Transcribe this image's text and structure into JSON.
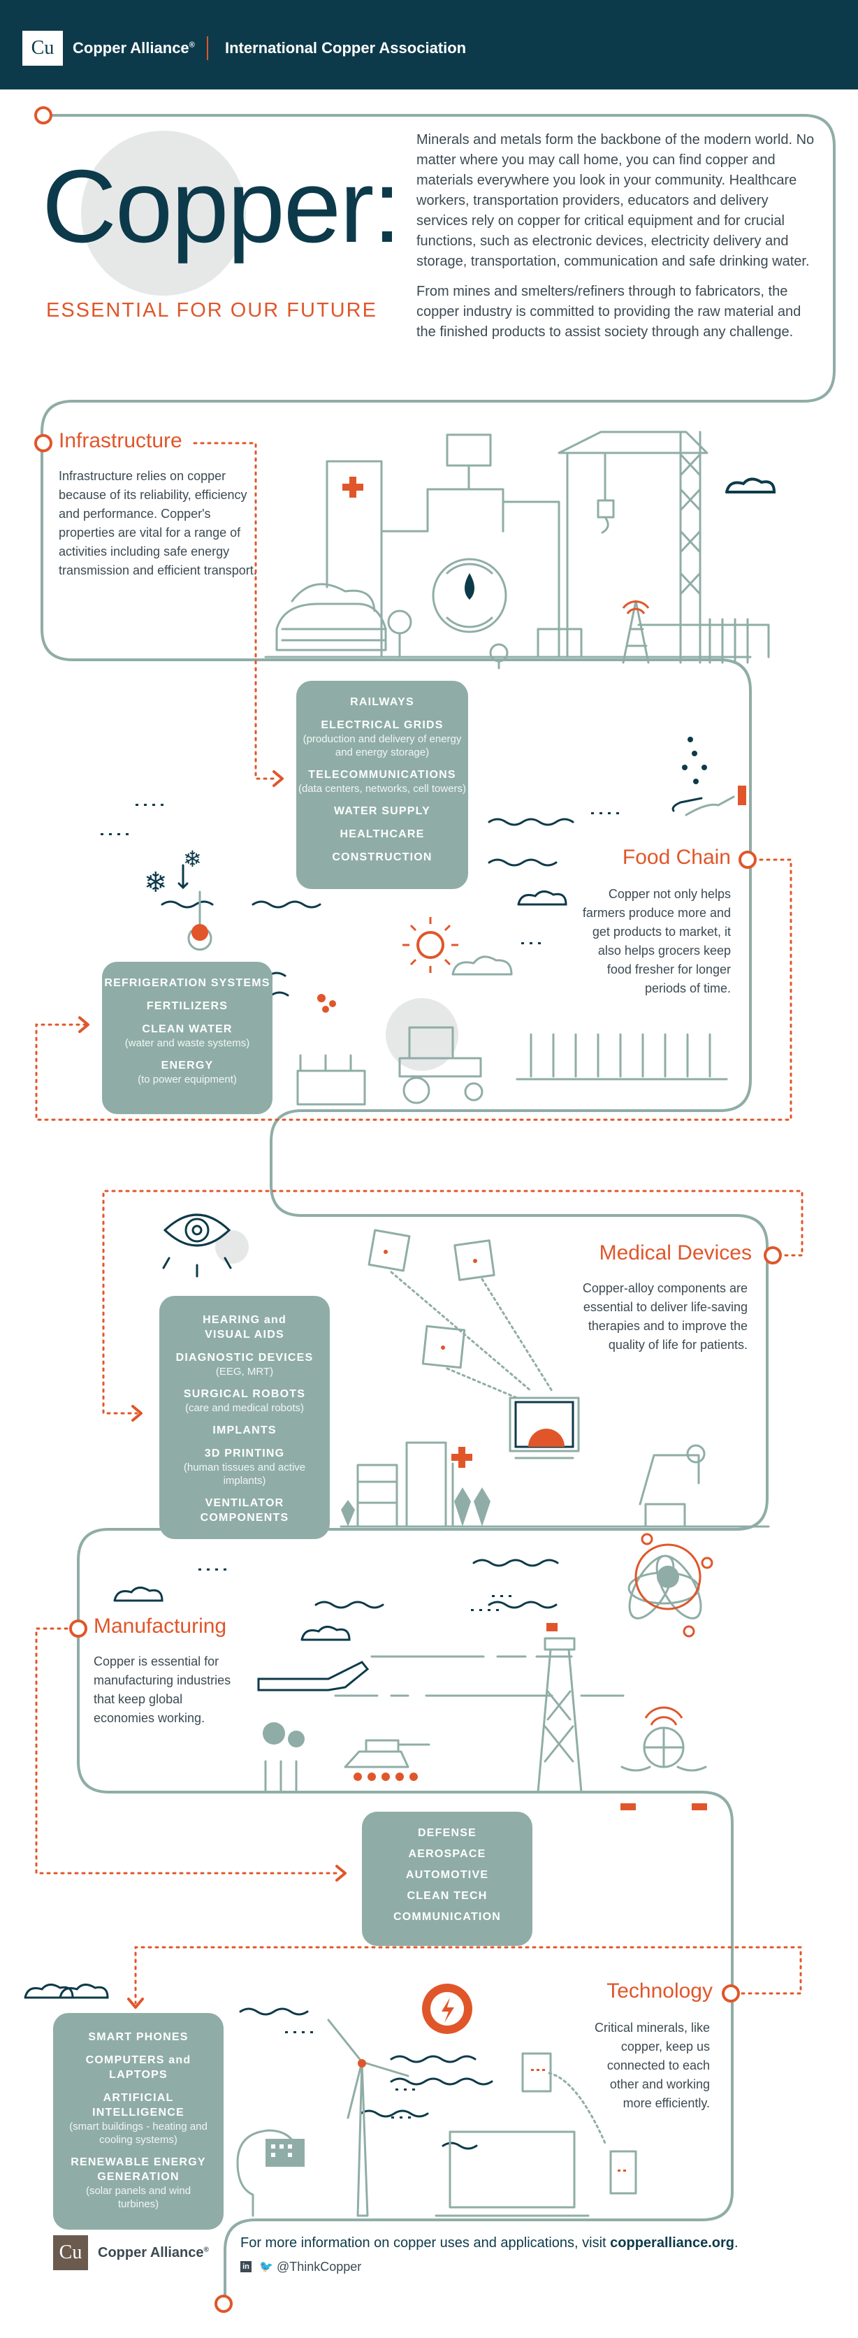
{
  "header": {
    "logo": "Cu",
    "brand": "Copper Alliance",
    "brand_mark": "®",
    "org": "International Copper Association"
  },
  "hero": {
    "title": "Copper:",
    "subtitle": "ESSENTIAL FOR OUR FUTURE",
    "intro_p1": "Minerals and metals form the backbone of the modern world. No matter where you may call home, you can find copper and materials everywhere you look in your community. Healthcare workers, transportation providers, educators and delivery services rely on copper for critical equipment and for crucial functions, such as electronic devices, electricity delivery and storage, transportation, communication and safe drinking water.",
    "intro_p2": "From mines and smelters/refiners through to fabricators, the copper industry is committed to providing the raw material and the finished products to assist society through any challenge."
  },
  "infrastructure": {
    "title": "Infrastructure",
    "description": "Infrastructure relies on copper because of its reliability, efficiency and performance. Copper's properties are vital for a range of activities including safe energy transmission and efficient transport.",
    "items": [
      {
        "name": "RAILWAYS",
        "sub": ""
      },
      {
        "name": "ELECTRICAL GRIDS",
        "sub": "(production and delivery of energy and energy storage)"
      },
      {
        "name": "TELECOMMUNICATIONS",
        "sub": "(data centers, networks, cell towers)"
      },
      {
        "name": "WATER SUPPLY",
        "sub": ""
      },
      {
        "name": "HEALTHCARE",
        "sub": ""
      },
      {
        "name": "CONSTRUCTION",
        "sub": ""
      }
    ]
  },
  "food_chain": {
    "title": "Food Chain",
    "description": "Copper not only helps farmers produce more and get products to market, it also helps grocers keep food fresher for longer periods of time.",
    "items": [
      {
        "name": "REFRIGERATION SYSTEMS",
        "sub": ""
      },
      {
        "name": "FERTILIZERS",
        "sub": ""
      },
      {
        "name": "CLEAN WATER",
        "sub": "(water and waste systems)"
      },
      {
        "name": "ENERGY",
        "sub": "(to power equipment)"
      }
    ]
  },
  "medical": {
    "title": "Medical Devices",
    "description": "Copper-alloy components are essential to deliver life-saving therapies and to improve the quality of life for patients.",
    "items": [
      {
        "name": "HEARING and VISUAL AIDS",
        "sub": ""
      },
      {
        "name": "DIAGNOSTIC DEVICES",
        "sub": "(EEG, MRT)"
      },
      {
        "name": "SURGICAL ROBOTS",
        "sub": "(care and medical robots)"
      },
      {
        "name": "IMPLANTS",
        "sub": ""
      },
      {
        "name": "3D PRINTING",
        "sub": "(human tissues and active implants)"
      },
      {
        "name": "VENTILATOR COMPONENTS",
        "sub": ""
      }
    ]
  },
  "manufacturing": {
    "title": "Manufacturing",
    "description": "Copper is essential for manufacturing industries that keep global economies working.",
    "items": [
      {
        "name": "DEFENSE",
        "sub": ""
      },
      {
        "name": "AEROSPACE",
        "sub": ""
      },
      {
        "name": "AUTOMOTIVE",
        "sub": ""
      },
      {
        "name": "CLEAN TECH",
        "sub": ""
      },
      {
        "name": "COMMUNICATION",
        "sub": ""
      }
    ]
  },
  "technology": {
    "title": "Technology",
    "description": "Critical minerals, like copper, keep us connected to each other and working more efficiently.",
    "items": [
      {
        "name": "SMART PHONES",
        "sub": ""
      },
      {
        "name": "COMPUTERS and LAPTOPS",
        "sub": ""
      },
      {
        "name": "ARTIFICIAL INTELLIGENCE",
        "sub": "(smart buildings - heating and cooling systems)"
      },
      {
        "name": "RENEWABLE ENERGY GENERATION",
        "sub": "(solar panels and wind turbines)"
      }
    ]
  },
  "footer": {
    "logo": "Cu",
    "brand": "Copper Alliance",
    "brand_mark": "®",
    "info_text": "For more information on copper uses and applications, visit ",
    "info_link": "copperalliance.org",
    "info_end": ".",
    "social_handle": "@ThinkCopper",
    "linkedin_icon": "linkedin-icon",
    "twitter_icon": "twitter-icon"
  },
  "colors": {
    "navy": "#0d3a4a",
    "copper": "#e0562a",
    "sage": "#8fada6",
    "line": "#8fada6",
    "text": "#3c4a52"
  }
}
